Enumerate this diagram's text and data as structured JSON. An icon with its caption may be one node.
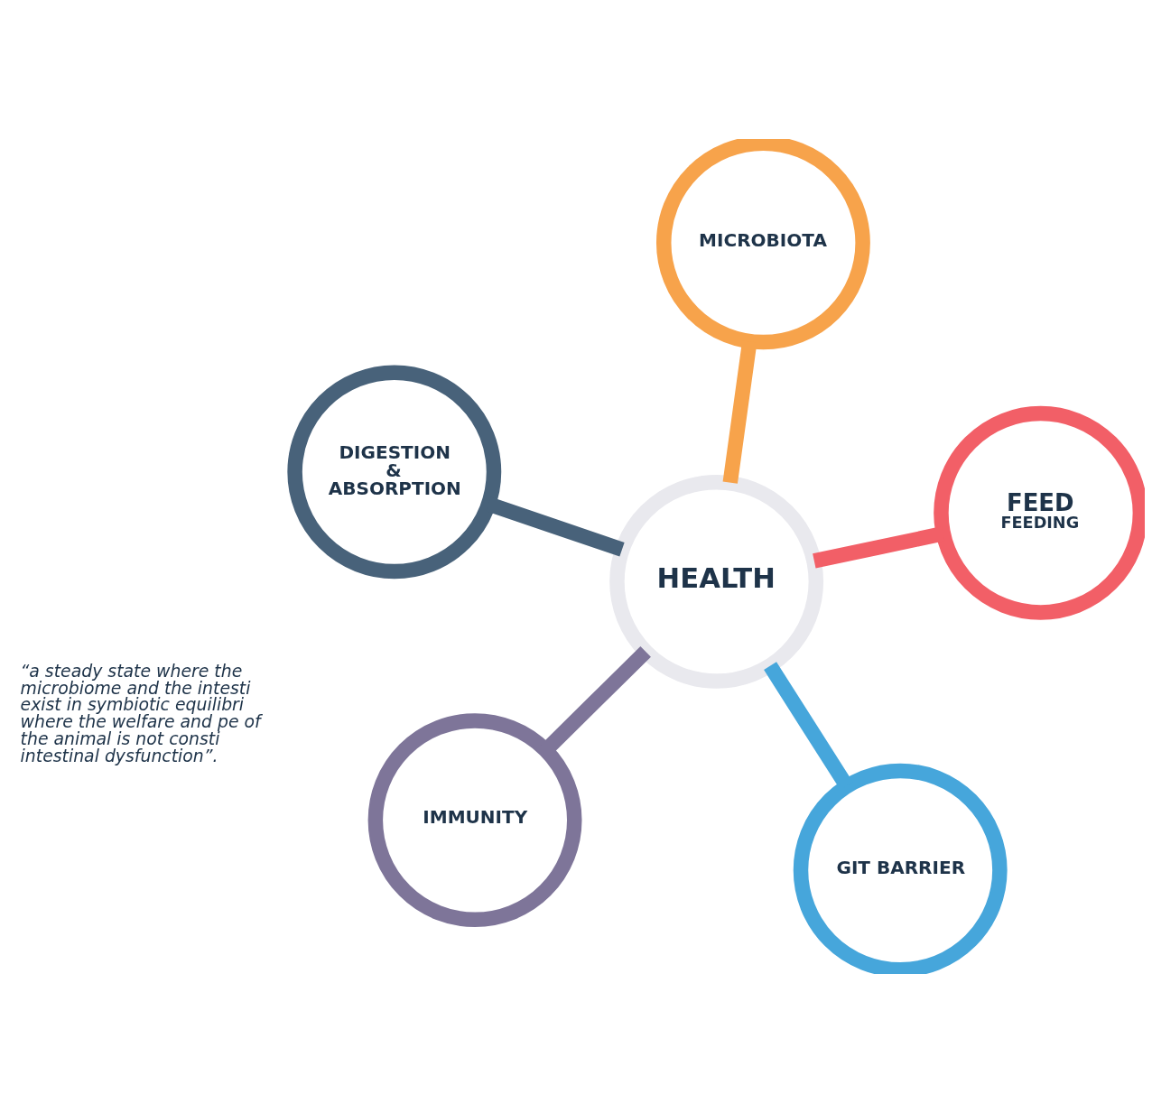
{
  "diagram": {
    "nodes": [
      {
        "text": [
          "HEALTH"
        ]
      },
      {
        "text": [
          "FEED",
          "FEEDING"
        ]
      },
      {
        "text": [
          "GIT BARRIER"
        ]
      },
      {
        "text": [
          "DIGESTION & ABSORPTION"
        ]
      },
      {
        "text": [
          "IMMUNITY"
        ]
      },
      {
        "text": [
          "MICROBIOTA"
        ]
      }
    ],
    "edges": [
      {
        "from": 0,
        "to": 1,
        "arrow": "none",
        "color": "#f25f67"
      },
      {
        "from": 0,
        "to": 2,
        "arrow": "none",
        "color": "#46a6db"
      },
      {
        "from": 0,
        "to": 3,
        "arrow": "none",
        "color": "#48627a"
      },
      {
        "from": 0,
        "to": 4,
        "arrow": "none",
        "color": "#7e7599"
      },
      {
        "from": 0,
        "to": 5,
        "arrow": "none",
        "color": "#f7a34b"
      }
    ],
    "labels": [
      "“a steady state where the microbiome and the intesti exist in symbiotic equilibri where the welfare and pe of the animal is not consti intestinal dysfunction”."
    ]
  }
}
